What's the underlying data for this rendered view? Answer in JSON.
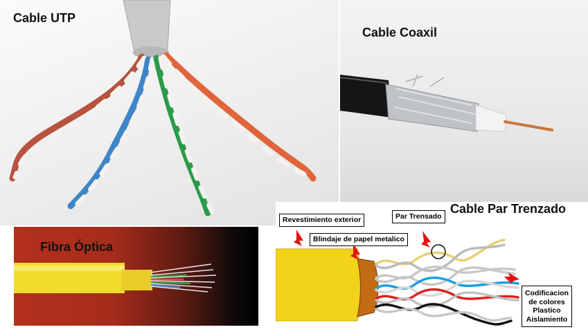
{
  "panels": {
    "utp": {
      "title": "Cable UTP"
    },
    "coax": {
      "title": "Cable Coaxil"
    },
    "fibra": {
      "title": "Fibra Óptica"
    },
    "par": {
      "title": "Cable Par Trenzado",
      "labels": {
        "revestimiento": "Revestimiento exterior",
        "blindaje": "Blindaje de papel metalico",
        "par_trenzado": "Par Trensado",
        "codificacion_1": "Codificacion",
        "codificacion_2": "de colores",
        "codificacion_3": "Plastico",
        "codificacion_4": "Aislamiento"
      }
    }
  },
  "colors": {
    "utp_jacket": "#c9c9c9",
    "orange_wire": "#e0653a",
    "brown_wire": "#b7533f",
    "blue_wire": "#3f86c8",
    "green_wire": "#2a9a4a",
    "coax_jacket": "#151515",
    "coax_shield": "#bfc3c8",
    "coax_core": "#c9763a",
    "fibra_jacket": "#f0dc2a",
    "par_jacket": "#f2d21a",
    "par_shield": "#c26a14",
    "arrow_red": "#e11414"
  }
}
